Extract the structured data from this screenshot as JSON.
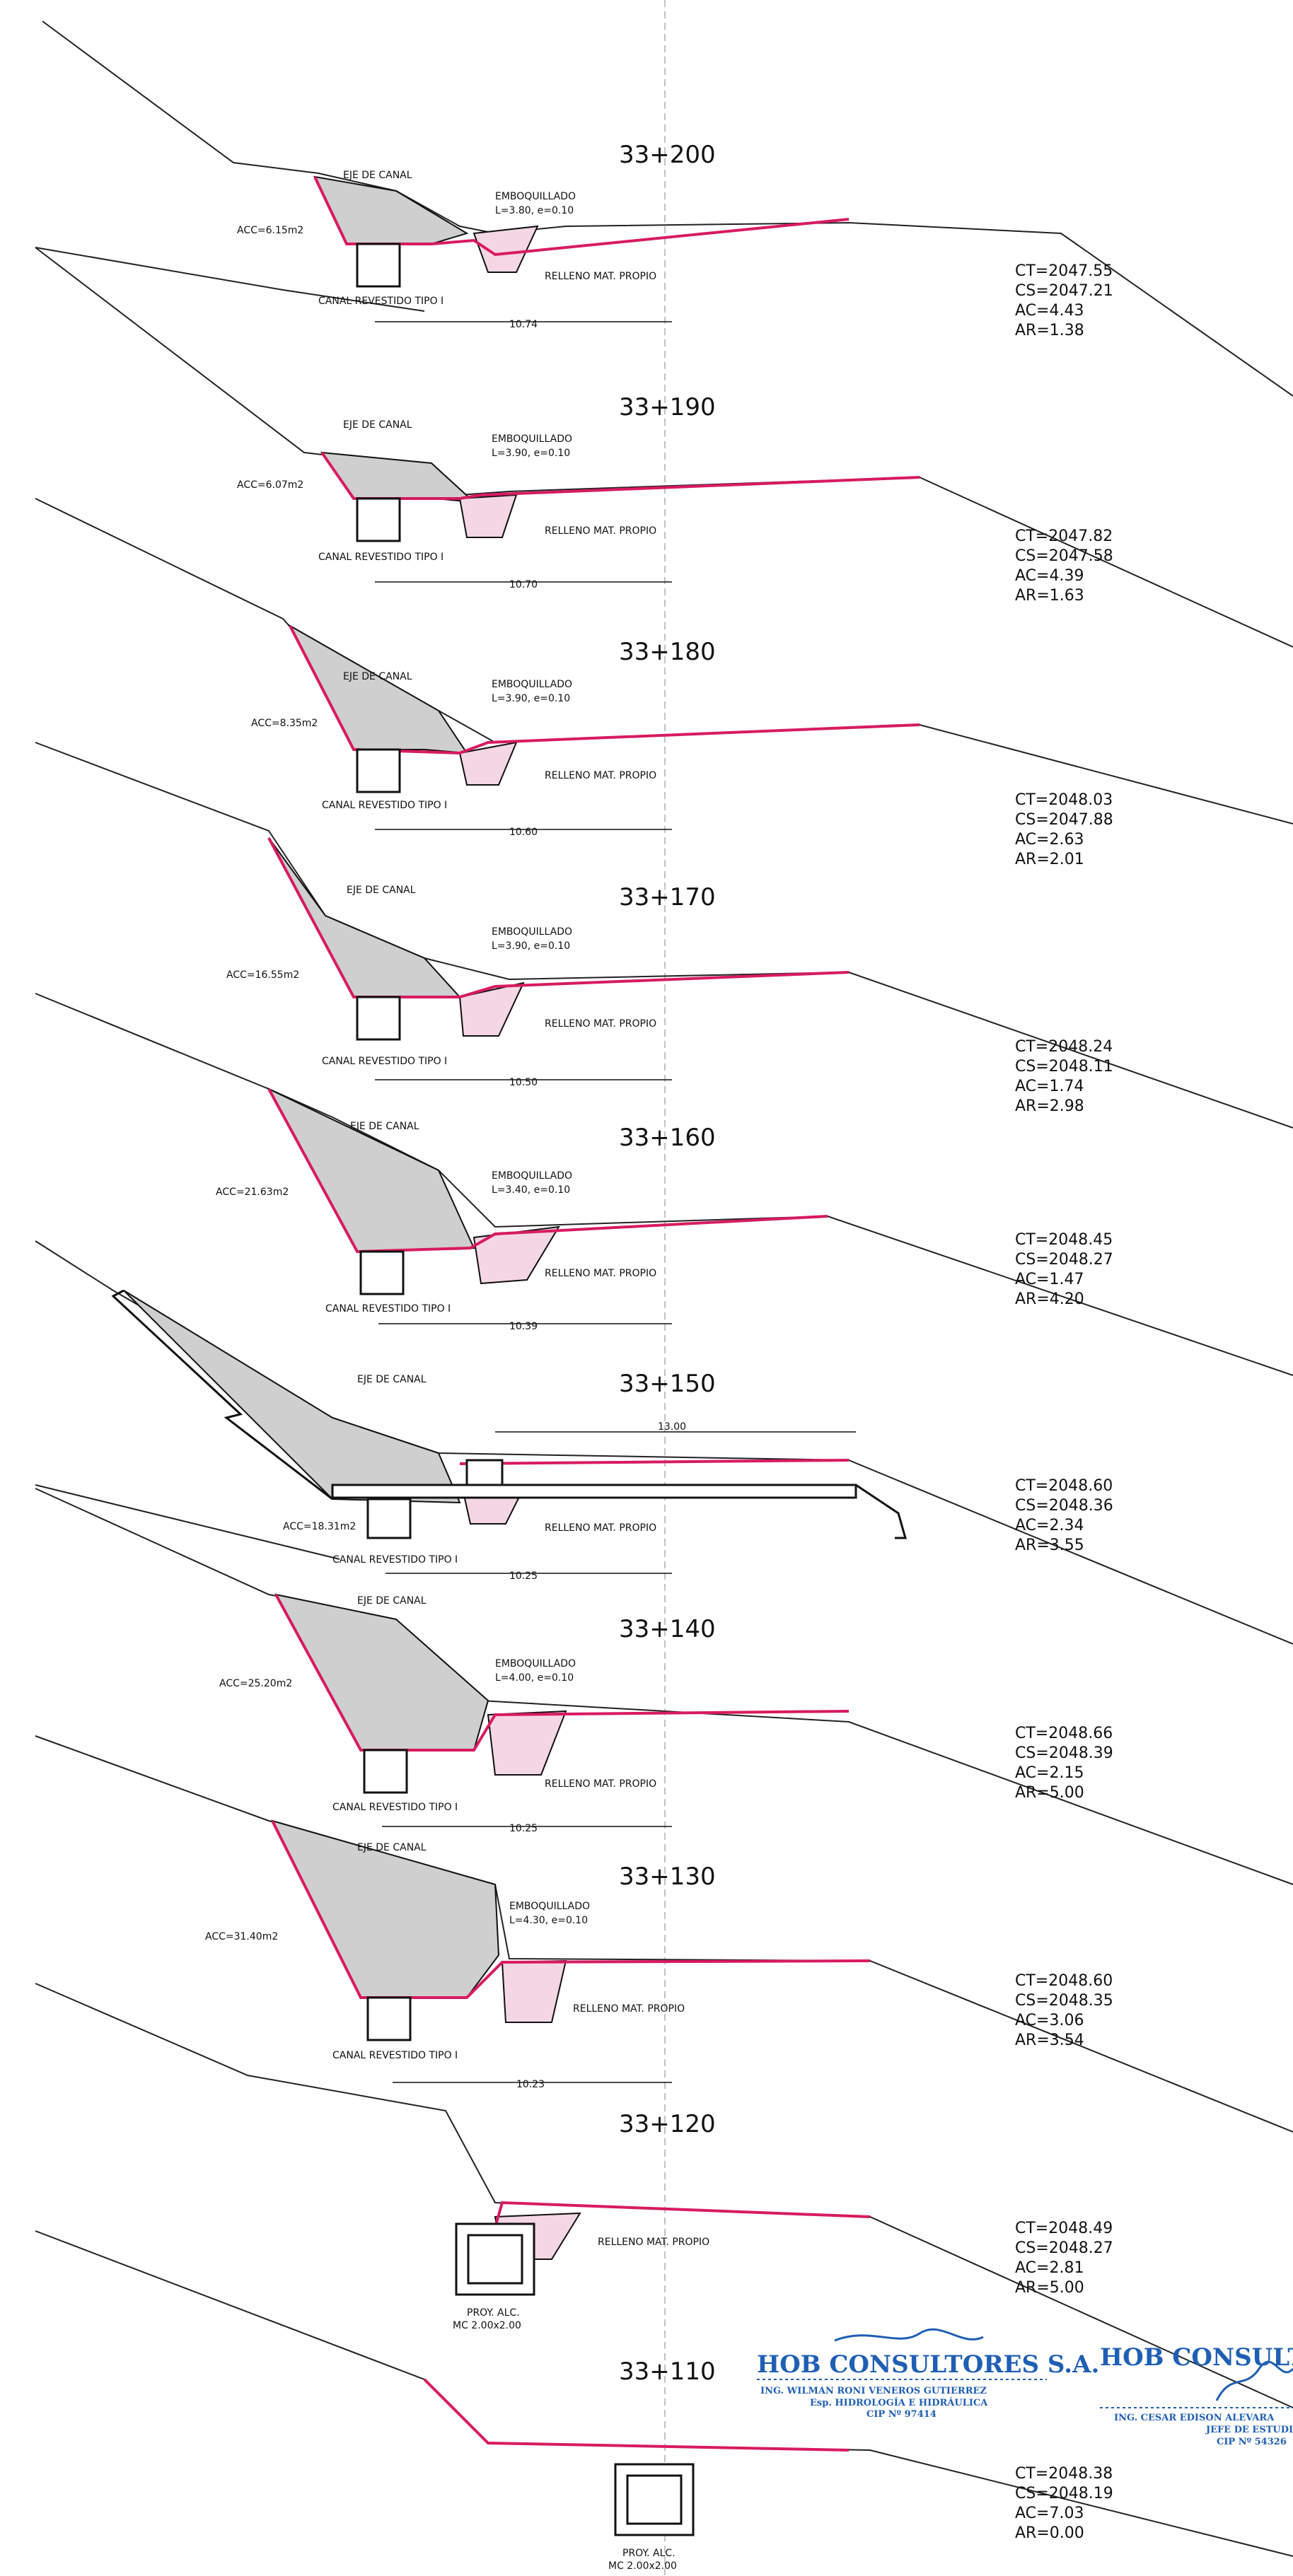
{
  "common": {
    "eje_label": "EJE DE CANAL",
    "canal_label": "CANAL REVESTIDO TIPO I",
    "relleno_label": "RELLENO MAT. PROPIO",
    "emboquillado_label": "EMBOQUILLADO",
    "proy_label": "PROY. ALC.",
    "mc_label": "MC 2.00x2.00"
  },
  "sections": [
    {
      "station": "33+200",
      "acc": "ACC=6.15m2",
      "emb": "L=3.80, e=0.10",
      "width": "10.74",
      "ct": "CT=2047.55",
      "cs": "CS=2047.21",
      "ac": "AC=4.43",
      "ar": "AR=1.38"
    },
    {
      "station": "33+190",
      "acc": "ACC=6.07m2",
      "emb": "L=3.90, e=0.10",
      "width": "10.70",
      "ct": "CT=2047.82",
      "cs": "CS=2047.58",
      "ac": "AC=4.39",
      "ar": "AR=1.63"
    },
    {
      "station": "33+180",
      "acc": "ACC=8.35m2",
      "emb": "L=3.90, e=0.10",
      "width": "10.60",
      "ct": "CT=2048.03",
      "cs": "CS=2047.88",
      "ac": "AC=2.63",
      "ar": "AR=2.01"
    },
    {
      "station": "33+170",
      "acc": "ACC=16.55m2",
      "emb": "L=3.90, e=0.10",
      "width": "10.50",
      "ct": "CT=2048.24",
      "cs": "CS=2048.11",
      "ac": "AC=1.74",
      "ar": "AR=2.98"
    },
    {
      "station": "33+160",
      "acc": "ACC=21.63m2",
      "emb": "L=3.40, e=0.10",
      "width": "10.39",
      "ct": "CT=2048.45",
      "cs": "CS=2048.27",
      "ac": "AC=1.47",
      "ar": "AR=4.20"
    },
    {
      "station": "33+150",
      "acc": "ACC=18.31m2",
      "emb": "",
      "width": "10.25",
      "ct": "CT=2048.60",
      "cs": "CS=2048.36",
      "ac": "AC=2.34",
      "ar": "AR=3.55",
      "top_dim": "13.00"
    },
    {
      "station": "33+140",
      "acc": "ACC=25.20m2",
      "emb": "L=4.00, e=0.10",
      "width": "10.25",
      "ct": "CT=2048.66",
      "cs": "CS=2048.39",
      "ac": "AC=2.15",
      "ar": "AR=5.00"
    },
    {
      "station": "33+130",
      "acc": "ACC=31.40m2",
      "emb": "L=4.30, e=0.10",
      "width": "10.23",
      "ct": "CT=2048.60",
      "cs": "CS=2048.35",
      "ac": "AC=3.06",
      "ar": "AR=3.54"
    },
    {
      "station": "33+120",
      "acc": "",
      "emb": "",
      "width": "",
      "ct": "CT=2048.49",
      "cs": "CS=2048.27",
      "ac": "AC=2.81",
      "ar": "AR=5.00"
    },
    {
      "station": "33+110",
      "acc": "",
      "emb": "",
      "width": "",
      "ct": "CT=2048.38",
      "cs": "CS=2048.19",
      "ac": "AC=7.03",
      "ar": "AR=0.00"
    }
  ],
  "stamps": {
    "company": "HOB CONSULTORES S.A.",
    "company_cut": "HOB CONSULTO",
    "eng1_line1": "ING. WILMAN RONI VENEROS GUTIERREZ",
    "eng1_line2": "Esp. HIDROLOGÍA E HIDRÁULICA",
    "eng1_line3": "CIP Nº 97414",
    "eng2_line1": "ING. CESAR EDISON ALEVARA",
    "eng2_line2": "JEFE DE ESTUDIO",
    "eng2_line3": "CIP Nº 54326"
  },
  "colors": {
    "design_line": "#d81b60",
    "terrain_line": "#222222",
    "stamp_ink": "#1f5fb4",
    "cut_hatch": "#cfcfcf",
    "fill_material": "#f4d6e4"
  }
}
